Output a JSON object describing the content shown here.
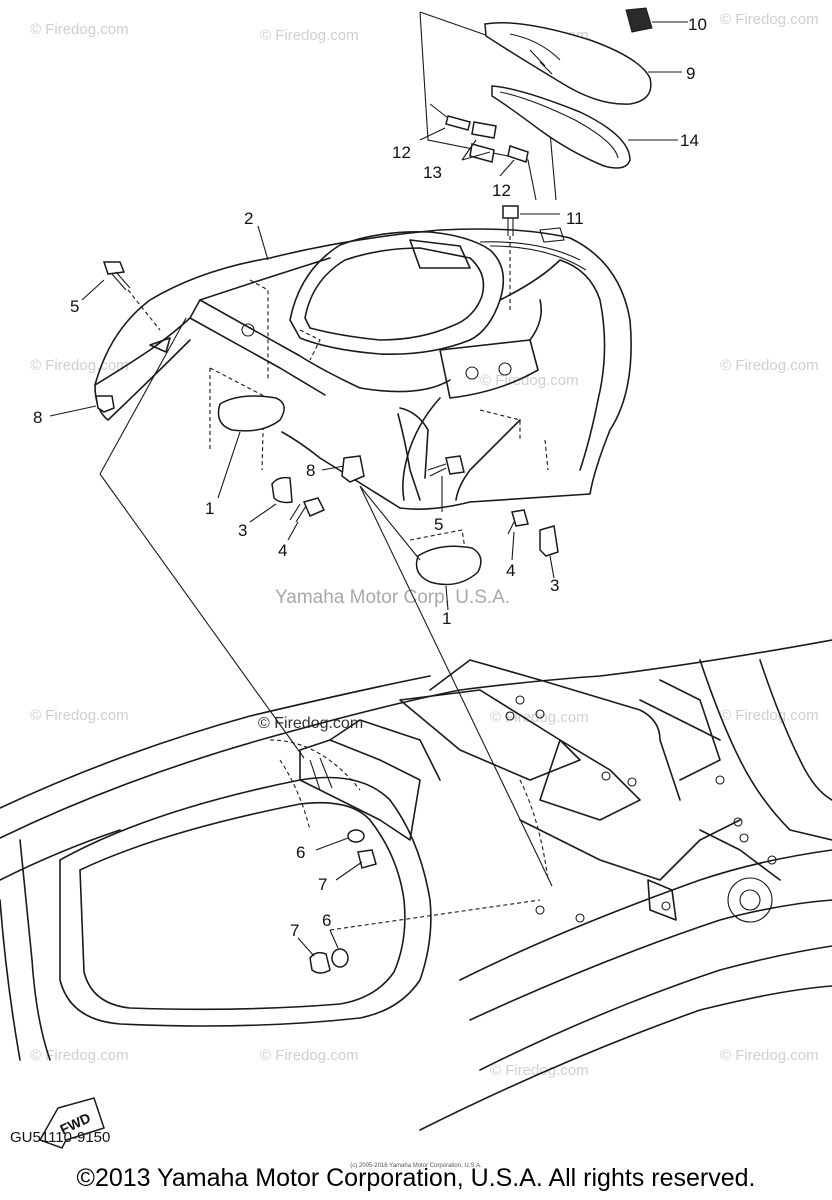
{
  "diagram": {
    "callouts": {
      "c10": "10",
      "c9": "9",
      "c14": "14",
      "c12a": "12",
      "c13": "13",
      "c12b": "12",
      "c11": "11",
      "c2": "2",
      "c5a": "5",
      "c8a": "8",
      "c1a": "1",
      "c3a": "3",
      "c4a": "4",
      "c8b": "8",
      "c5b": "5",
      "c4b": "4",
      "c3b": "3",
      "c1b": "1",
      "c6a": "6",
      "c7a": "7",
      "c7b": "7",
      "c6b": "6"
    },
    "fwd_label": "FWD",
    "drawing_code": "GU51110-9150"
  },
  "watermarks": {
    "firedog": "© Firedog.com",
    "yamaha": "Yamaha Motor Corp, U.S.A."
  },
  "footer": {
    "copyright": "©2013 Yamaha Motor Corporation, U.S.A. All rights reserved.",
    "tiny": "(c) 2005-2016 Yamaha Motor Corporation, U.S.A."
  }
}
